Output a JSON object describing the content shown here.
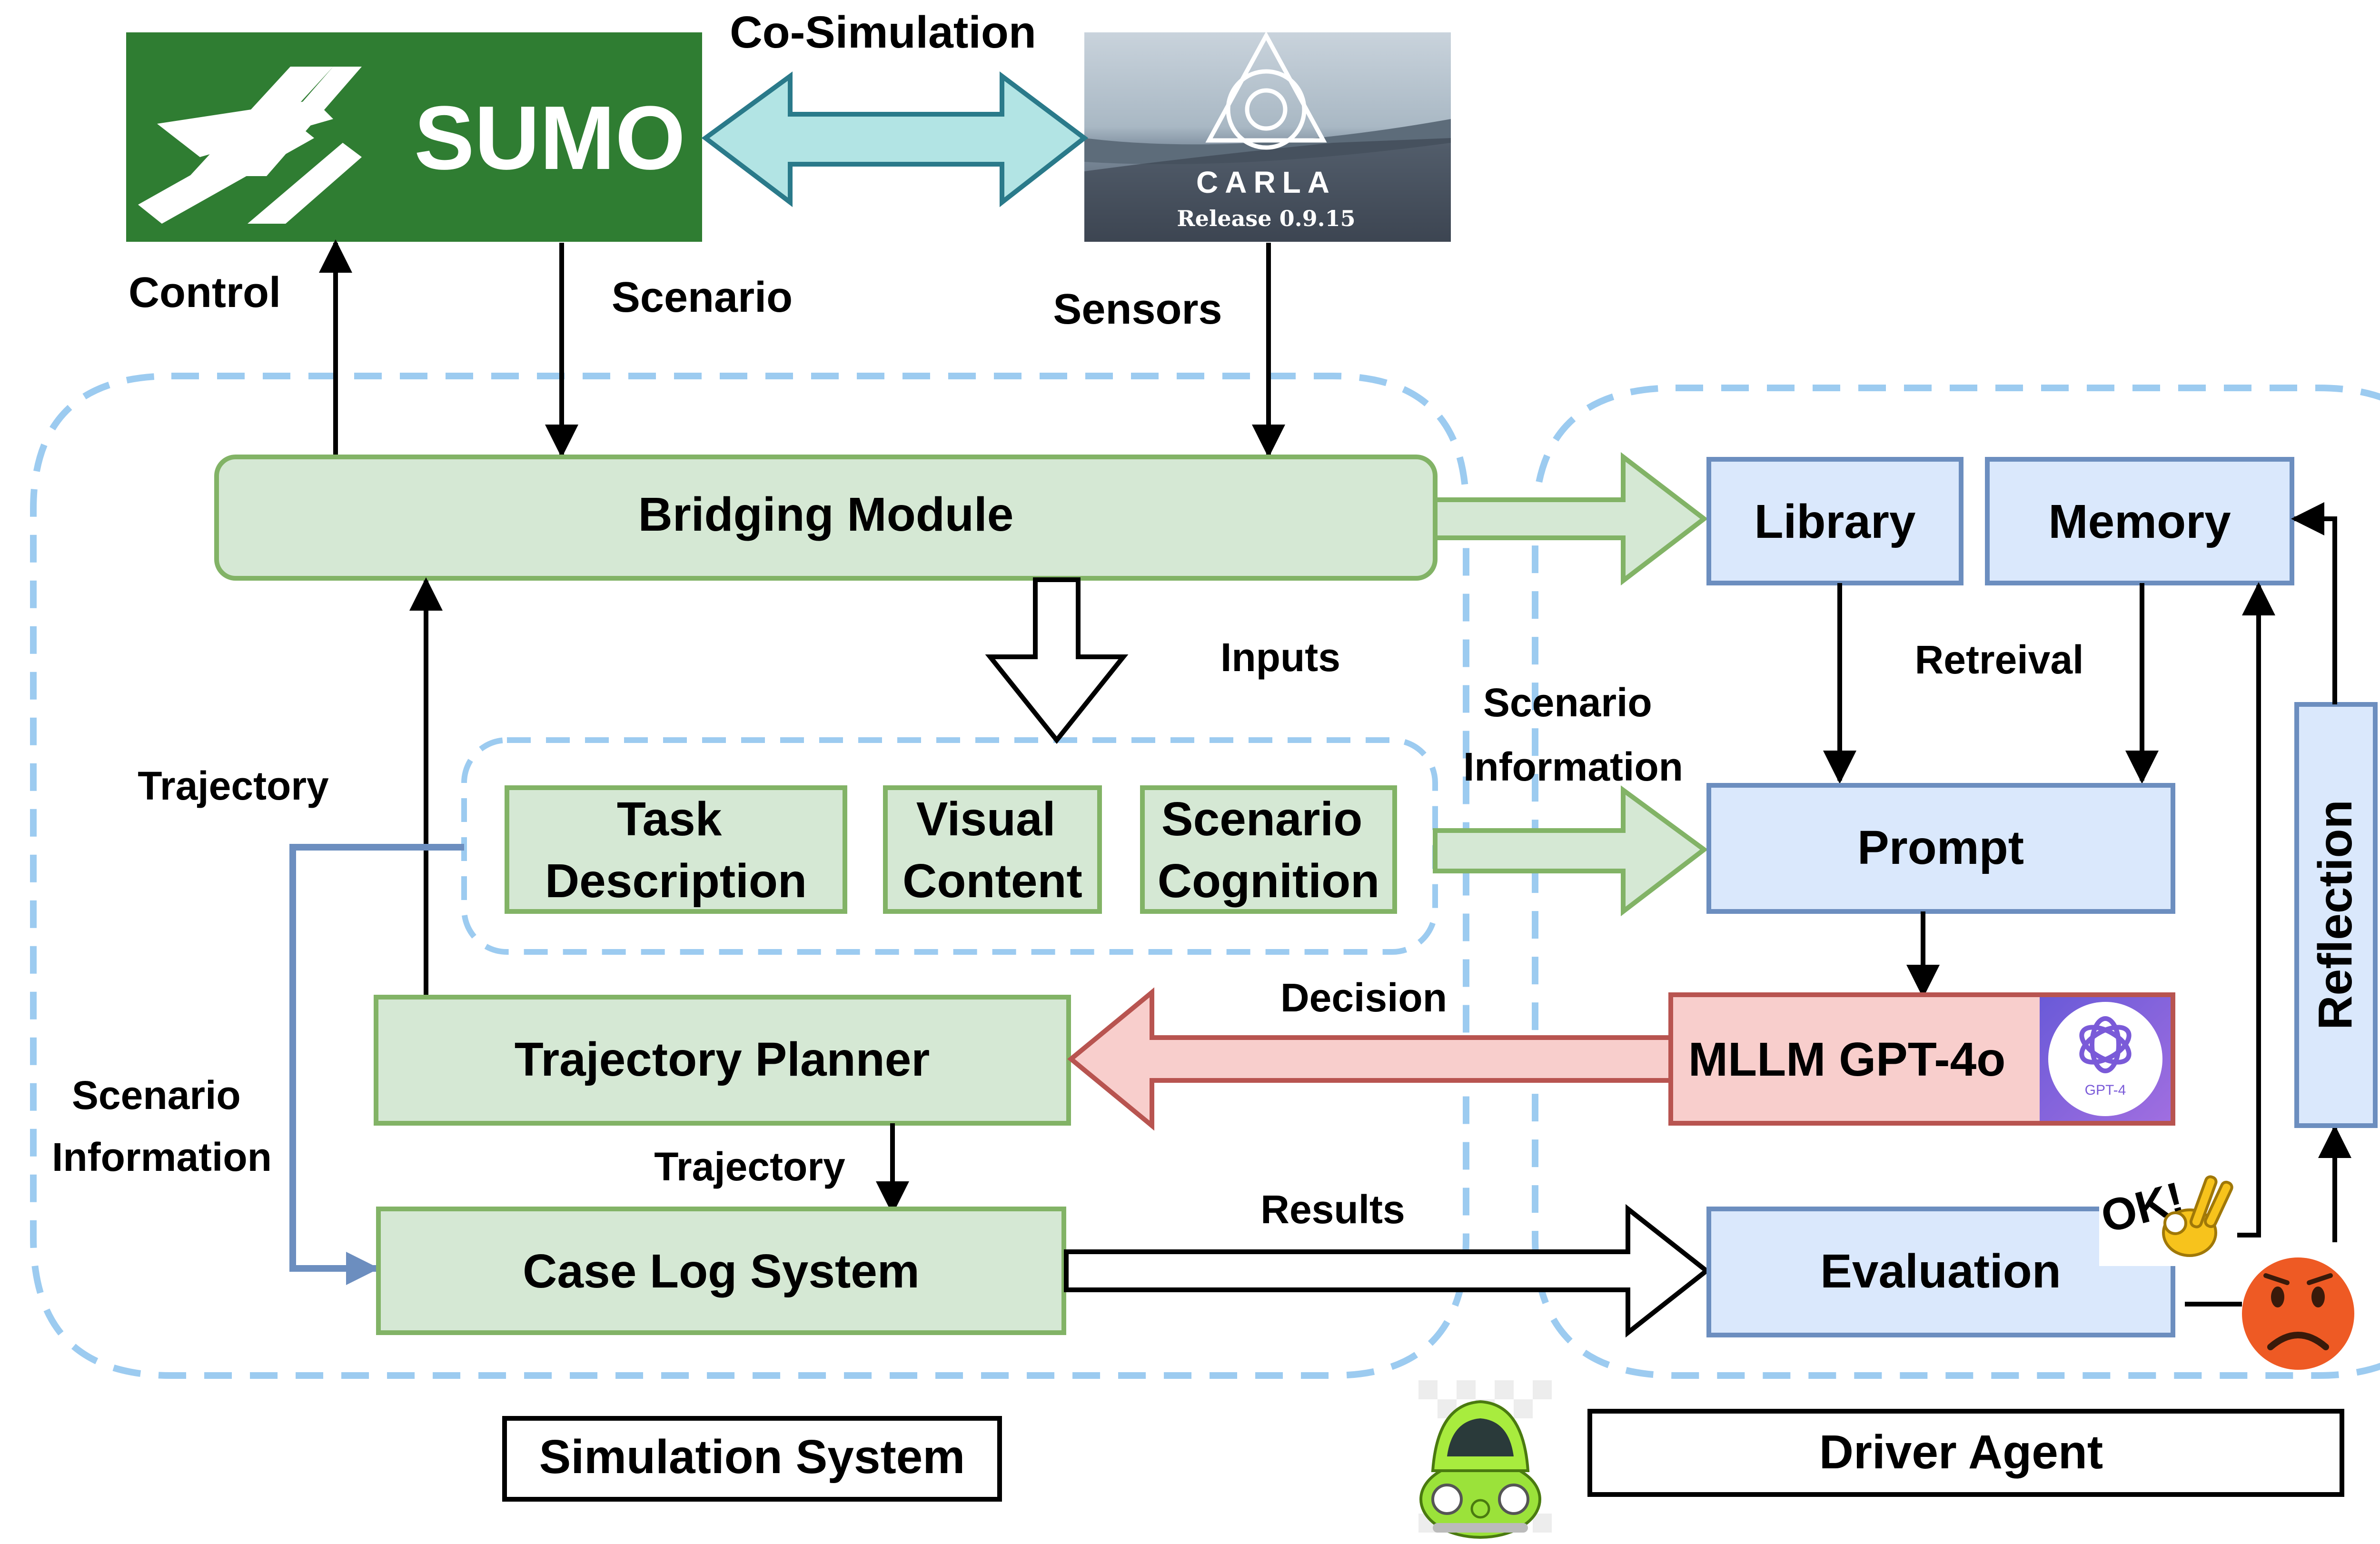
{
  "top": {
    "sumo_logo_text": "SUMO",
    "carla_logo_text": "CARLA",
    "carla_release": "Release 0.9.15",
    "cosim_label": "Co-Simulation",
    "control_label": "Control",
    "scenario_label": "Scenario",
    "sensors_label": "Sensors"
  },
  "simulation": {
    "bridging_module": "Bridging Module",
    "inputs_label": "Inputs",
    "trajectory_label_left": "Trajectory",
    "task_description": [
      "Task",
      "Description"
    ],
    "visual_content": [
      "Visual",
      "Content"
    ],
    "scenario_cognition": [
      "Scenario",
      "Cognition"
    ],
    "trajectory_planner": "Trajectory Planner",
    "trajectory_label_mid": "Trajectory",
    "scenario_info_left": [
      "Scenario",
      "Information"
    ],
    "case_log_system": "Case Log System",
    "section_label": "Simulation System"
  },
  "agent": {
    "library": "Library",
    "memory": "Memory",
    "retrieval_label": "Retreival",
    "scenario_info_mid": [
      "Scenario",
      "Information"
    ],
    "prompt": "Prompt",
    "decision_label": "Decision",
    "mllm": "MLLM GPT-4o",
    "gpt_badge": "GPT-4",
    "results_label": "Results",
    "evaluation": "Evaluation",
    "ok_sticker": "OK!",
    "reflection": "Reflection",
    "section_label": "Driver Agent"
  },
  "colors": {
    "sumo_green": "#2f7d32",
    "green_fill": "#d5e8d4",
    "green_stroke": "#82b366",
    "blue_fill": "#dae8fc",
    "blue_stroke": "#6c8ebf",
    "red_fill": "#f8cecc",
    "red_stroke": "#b85450",
    "cyan_arrow": "#b2e4e4",
    "dashed_blue": "#9ccbf0",
    "gpt_purple": "#8a5fd8"
  }
}
